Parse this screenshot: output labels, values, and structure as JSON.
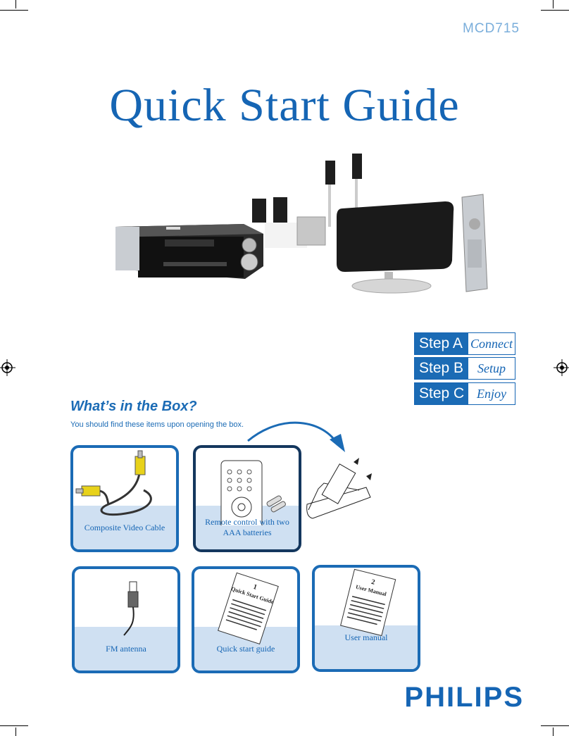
{
  "header": {
    "model": "MCD715",
    "title": "Quick Start Guide"
  },
  "steps": [
    {
      "label": "Step A",
      "word": "Connect"
    },
    {
      "label": "Step B",
      "word": "Setup"
    },
    {
      "label": "Step C",
      "word": "Enjoy"
    }
  ],
  "box": {
    "heading": "What’s in the Box?",
    "subtitle": "You should find these items upon opening the box.",
    "items": [
      {
        "caption": "Composite Video Cable"
      },
      {
        "caption": "Remote control with two AAA batteries"
      },
      {
        "caption": "FM antenna"
      },
      {
        "caption": "Quick start guide",
        "booklet_number": "1",
        "booklet_title": "Quick Start Guide"
      },
      {
        "caption": "User manual",
        "booklet_number": "2",
        "booklet_title": "User Manual"
      }
    ]
  },
  "brand": {
    "logo": "PHILIPS",
    "color": "#1565b4"
  }
}
